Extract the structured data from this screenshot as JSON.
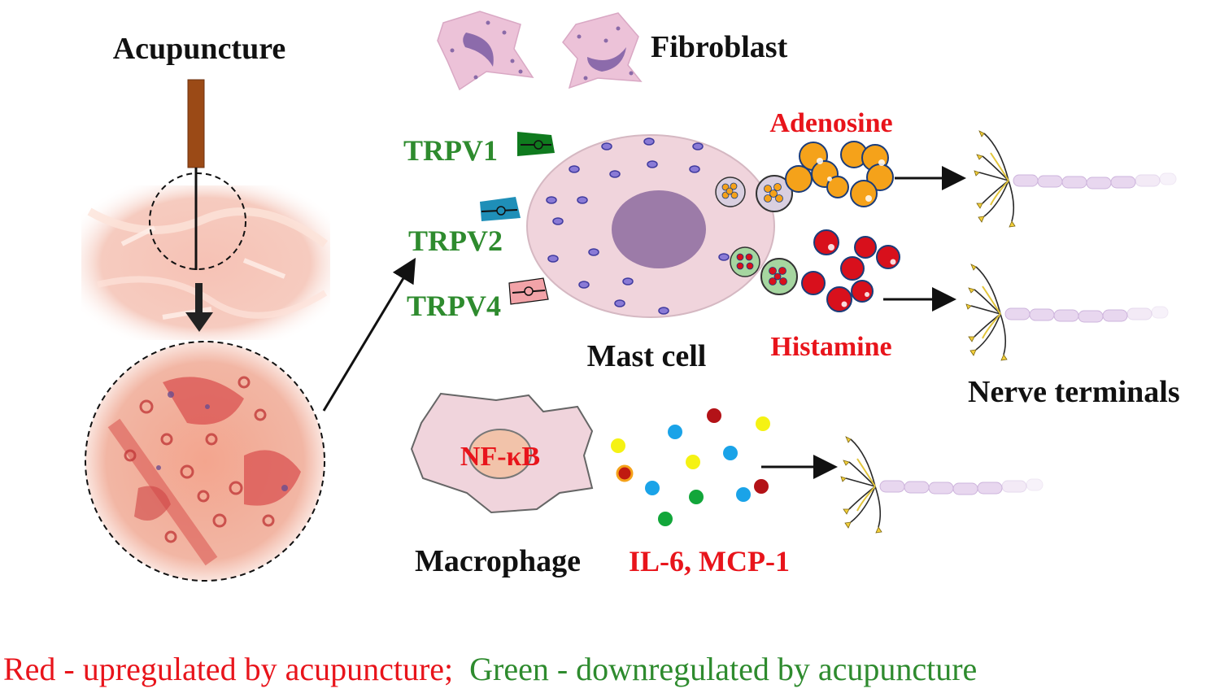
{
  "labels": {
    "acupuncture": "Acupuncture",
    "fibroblast": "Fibroblast",
    "trpv1": "TRPV1",
    "trpv2": "TRPV2",
    "trpv4": "TRPV4",
    "adenosine": "Adenosine",
    "histamine": "Histamine",
    "mast_cell": "Mast cell",
    "nerve_terminals": "Nerve terminals",
    "nfkb": "NF-κB",
    "macrophage": "Macrophage",
    "cytokines": "IL-6, MCP-1"
  },
  "legend": {
    "red_text": "Red - upregulated by acupuncture;",
    "green_text": "Green - downregulated by acupuncture"
  },
  "colors": {
    "up": "#e8141b",
    "down": "#2e8b2e",
    "trpv1": "#0f7a1e",
    "trpv2": "#1f8fb8",
    "trpv4": "#f2a3a8",
    "adenosine": "#f5a21a",
    "histamine": "#d8101c",
    "cell_fill": "#f0d4dc",
    "nucleus": "#9c7ba8",
    "needle": "#9b4a16"
  }
}
